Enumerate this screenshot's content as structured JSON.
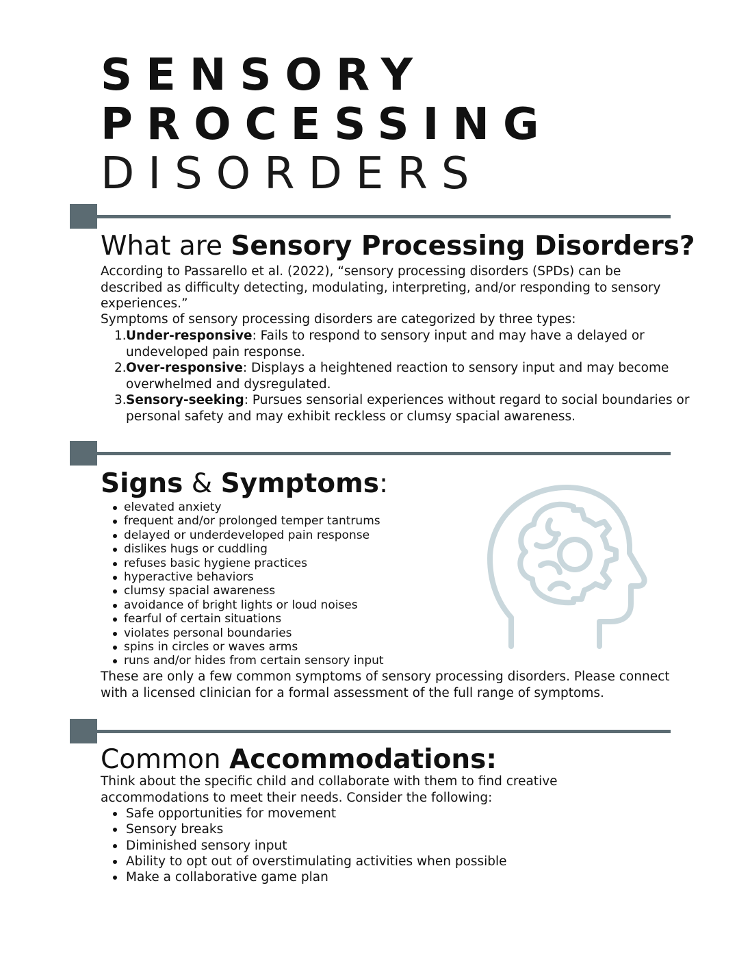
{
  "title": {
    "line1": "SENSORY",
    "line2": "PROCESSING",
    "line3": "DISORDERS"
  },
  "section1": {
    "heading_light": "What are ",
    "heading_bold": "Sensory Processing Disorders?",
    "intro": "According to Passarello et al. (2022), “sensory processing disorders (SPDs) can be described as difficulty detecting, modulating, interpreting, and/or responding to sensory experiences.”",
    "lead": "Symptoms of sensory processing disorders are categorized by three types:",
    "types": [
      {
        "num": "1.",
        "term": "Under-responsive",
        "desc": ": Fails to respond to sensory input and may have a delayed or undeveloped pain response."
      },
      {
        "num": "2.",
        "term": "Over-responsive",
        "desc": ": Displays a heightened reaction to sensory input and may become overwhelmed and dysregulated."
      },
      {
        "num": "3.",
        "term": "Sensory-seeking",
        "desc": ": Pursues sensorial experiences without regard to social boundaries or personal safety and may exhibit reckless or clumsy spacial awareness."
      }
    ]
  },
  "section2": {
    "heading_bold1": "Signs",
    "heading_amp": " & ",
    "heading_bold2": "Symptoms",
    "heading_colon": ":",
    "symptoms": [
      "elevated anxiety",
      "frequent and/or prolonged temper tantrums",
      "delayed or underdeveloped pain response",
      "dislikes hugs or cuddling",
      "refuses basic hygiene practices",
      "hyperactive behaviors",
      "clumsy spacial awareness",
      "avoidance of bright lights or loud noises",
      "fearful of certain situations",
      "violates personal boundaries",
      "spins in circles or waves arms",
      "runs and/or hides from certain sensory input"
    ],
    "note": "These are only a few common symptoms of sensory processing disorders. Please connect with a licensed clinician for a formal assessment of the full range of symptoms.",
    "icon": "head-brain-gear-icon"
  },
  "section3": {
    "heading_light": "Common ",
    "heading_bold": "Accommodations:",
    "intro": "Think about the specific child and collaborate with them to find creative accommodations to meet their needs. Consider the following:",
    "items": [
      "Safe opportunities for movement",
      "Sensory breaks",
      "Diminished sensory input",
      "Ability to opt out of overstimulating activities when possible",
      "Make a collaborative game plan"
    ]
  },
  "colors": {
    "accent": "#5b6b72",
    "icon": "#c9d7dc",
    "text": "#111111"
  }
}
